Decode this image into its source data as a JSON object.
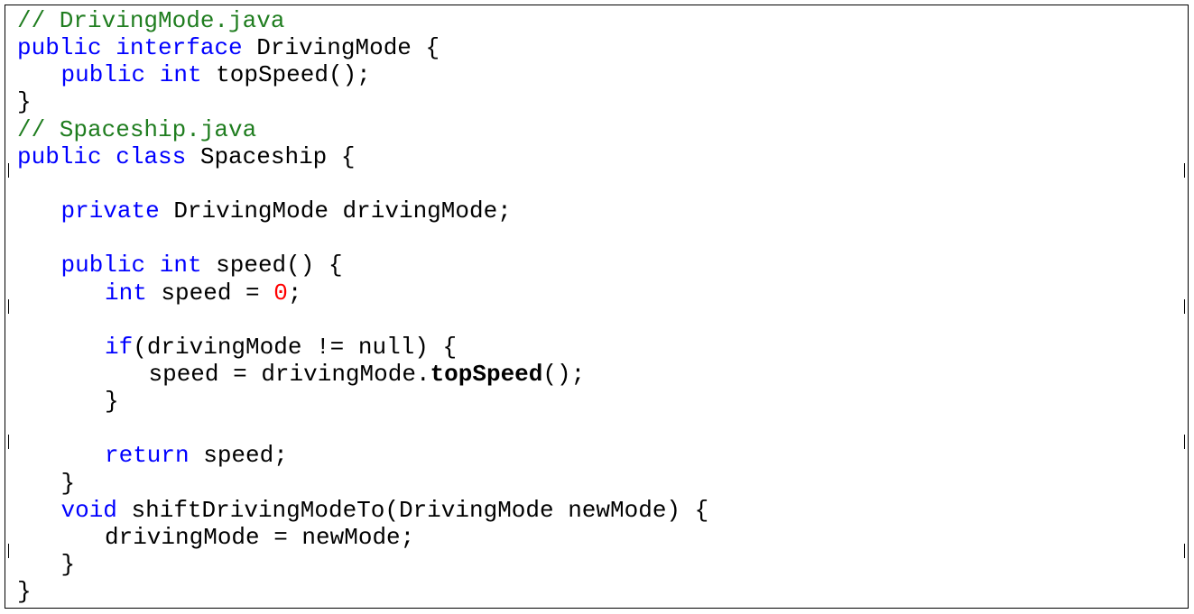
{
  "colors": {
    "keyword": "#0000ff",
    "comment": "#1f7d1f",
    "number": "#ff0000",
    "text": "#000000",
    "border": "#000000",
    "background": "#ffffff"
  },
  "code": {
    "lines": [
      {
        "indent": 0,
        "tokens": [
          {
            "t": "cm",
            "v": "// DrivingMode.java"
          }
        ]
      },
      {
        "indent": 0,
        "tokens": [
          {
            "t": "kw",
            "v": "public"
          },
          {
            "t": "pl",
            "v": " "
          },
          {
            "t": "kw",
            "v": "interface"
          },
          {
            "t": "pl",
            "v": " DrivingMode {"
          }
        ]
      },
      {
        "indent": 1,
        "tokens": [
          {
            "t": "kw",
            "v": "public"
          },
          {
            "t": "pl",
            "v": " "
          },
          {
            "t": "kw",
            "v": "int"
          },
          {
            "t": "pl",
            "v": " topSpeed();"
          }
        ]
      },
      {
        "indent": 0,
        "tokens": [
          {
            "t": "pl",
            "v": "}"
          }
        ]
      },
      {
        "indent": 0,
        "tokens": [
          {
            "t": "cm",
            "v": "// Spaceship.java"
          }
        ]
      },
      {
        "indent": 0,
        "tokens": [
          {
            "t": "kw",
            "v": "public"
          },
          {
            "t": "pl",
            "v": " "
          },
          {
            "t": "kw",
            "v": "class"
          },
          {
            "t": "pl",
            "v": " Spaceship {"
          }
        ]
      },
      {
        "indent": 0,
        "tokens": []
      },
      {
        "indent": 1,
        "tokens": [
          {
            "t": "kw",
            "v": "private"
          },
          {
            "t": "pl",
            "v": " DrivingMode drivingMode;"
          }
        ]
      },
      {
        "indent": 0,
        "tokens": []
      },
      {
        "indent": 1,
        "tokens": [
          {
            "t": "kw",
            "v": "public"
          },
          {
            "t": "pl",
            "v": " "
          },
          {
            "t": "kw",
            "v": "int"
          },
          {
            "t": "pl",
            "v": " speed() {"
          }
        ]
      },
      {
        "indent": 2,
        "tokens": [
          {
            "t": "kw",
            "v": "int"
          },
          {
            "t": "pl",
            "v": " speed = "
          },
          {
            "t": "num",
            "v": "0"
          },
          {
            "t": "pl",
            "v": ";"
          }
        ]
      },
      {
        "indent": 0,
        "tokens": []
      },
      {
        "indent": 2,
        "tokens": [
          {
            "t": "kw",
            "v": "if"
          },
          {
            "t": "pl",
            "v": "(drivingMode != null) {"
          }
        ]
      },
      {
        "indent": 3,
        "tokens": [
          {
            "t": "pl",
            "v": "speed = drivingMode."
          },
          {
            "t": "bold",
            "v": "topSpeed"
          },
          {
            "t": "pl",
            "v": "();"
          }
        ]
      },
      {
        "indent": 2,
        "tokens": [
          {
            "t": "pl",
            "v": "}"
          }
        ]
      },
      {
        "indent": 0,
        "tokens": []
      },
      {
        "indent": 2,
        "tokens": [
          {
            "t": "kw",
            "v": "return"
          },
          {
            "t": "pl",
            "v": " speed;"
          }
        ]
      },
      {
        "indent": 1,
        "tokens": [
          {
            "t": "pl",
            "v": "}"
          }
        ]
      },
      {
        "indent": 1,
        "tokens": [
          {
            "t": "kw",
            "v": "void"
          },
          {
            "t": "pl",
            "v": " shiftDrivingModeTo(DrivingMode newMode) {"
          }
        ]
      },
      {
        "indent": 2,
        "tokens": [
          {
            "t": "pl",
            "v": "drivingMode = newMode;"
          }
        ]
      },
      {
        "indent": 1,
        "tokens": [
          {
            "t": "pl",
            "v": "}"
          }
        ]
      },
      {
        "indent": 0,
        "tokens": [
          {
            "t": "pl",
            "v": "}"
          }
        ]
      }
    ]
  }
}
